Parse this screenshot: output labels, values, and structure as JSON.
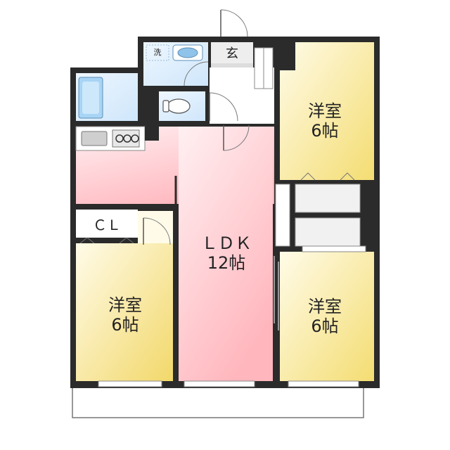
{
  "rooms": {
    "bedroom_top_right": {
      "name": "洋室",
      "size": "6帖"
    },
    "bedroom_bottom_right": {
      "name": "洋室",
      "size": "6帖"
    },
    "bedroom_left": {
      "name": "洋室",
      "size": "6帖"
    },
    "ldk": {
      "name": "ＬＤＫ",
      "size": "12帖"
    },
    "closet": {
      "name": "ＣＬ"
    },
    "entrance": {
      "name": "玄"
    },
    "washroom": {
      "name": "洗"
    }
  }
}
